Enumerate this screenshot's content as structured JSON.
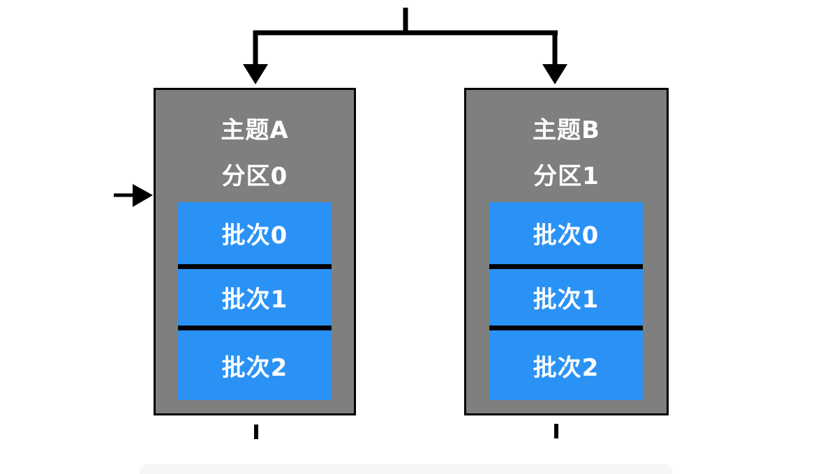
{
  "colors": {
    "canvas_bg": "#ffffff",
    "topic_box_fill": "#7f7f7f",
    "topic_box_border": "#000000",
    "batch_fill": "#2b92f5",
    "label_text": "#ffffff",
    "connector": "#000000",
    "bottom_panel_fill": "#f5f6f6"
  },
  "icons": {
    "down_arrowhead": "▼",
    "right_arrowhead": "►"
  },
  "topics": [
    {
      "title": "主题A",
      "partition": "分区0",
      "batches": [
        "批次0",
        "批次1",
        "批次2"
      ]
    },
    {
      "title": "主题B",
      "partition": "分区1",
      "batches": [
        "批次0",
        "批次1",
        "批次2"
      ]
    }
  ]
}
